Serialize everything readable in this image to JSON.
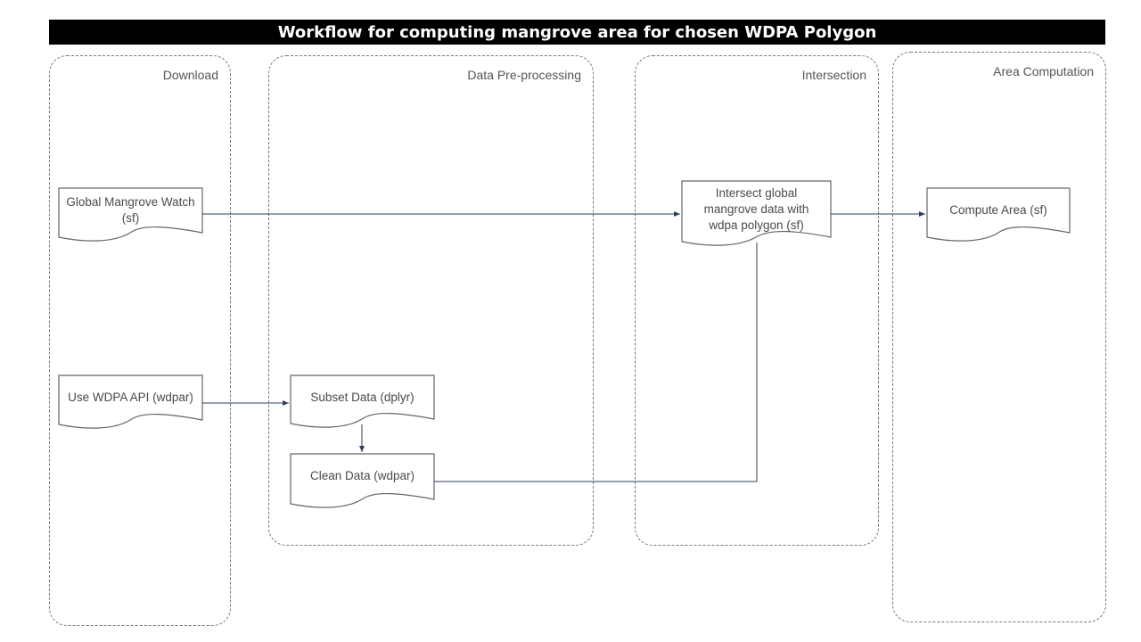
{
  "title": "Workflow for computing mangrove area for chosen WDPA Polygon",
  "lanes": {
    "download": "Download",
    "preprocessing": "Data Pre-processing",
    "intersection": "Intersection",
    "area": "Area Computation"
  },
  "nodes": {
    "global_mangrove": "Global Mangrove Watch (sf)",
    "wdpa_api": "Use WDPA API (wdpar)",
    "subset": "Subset Data (dplyr)",
    "clean": "Clean Data (wdpar)",
    "intersect": "Intersect global mangrove data with wdpa polygon (sf)",
    "compute": "Compute Area (sf)"
  }
}
